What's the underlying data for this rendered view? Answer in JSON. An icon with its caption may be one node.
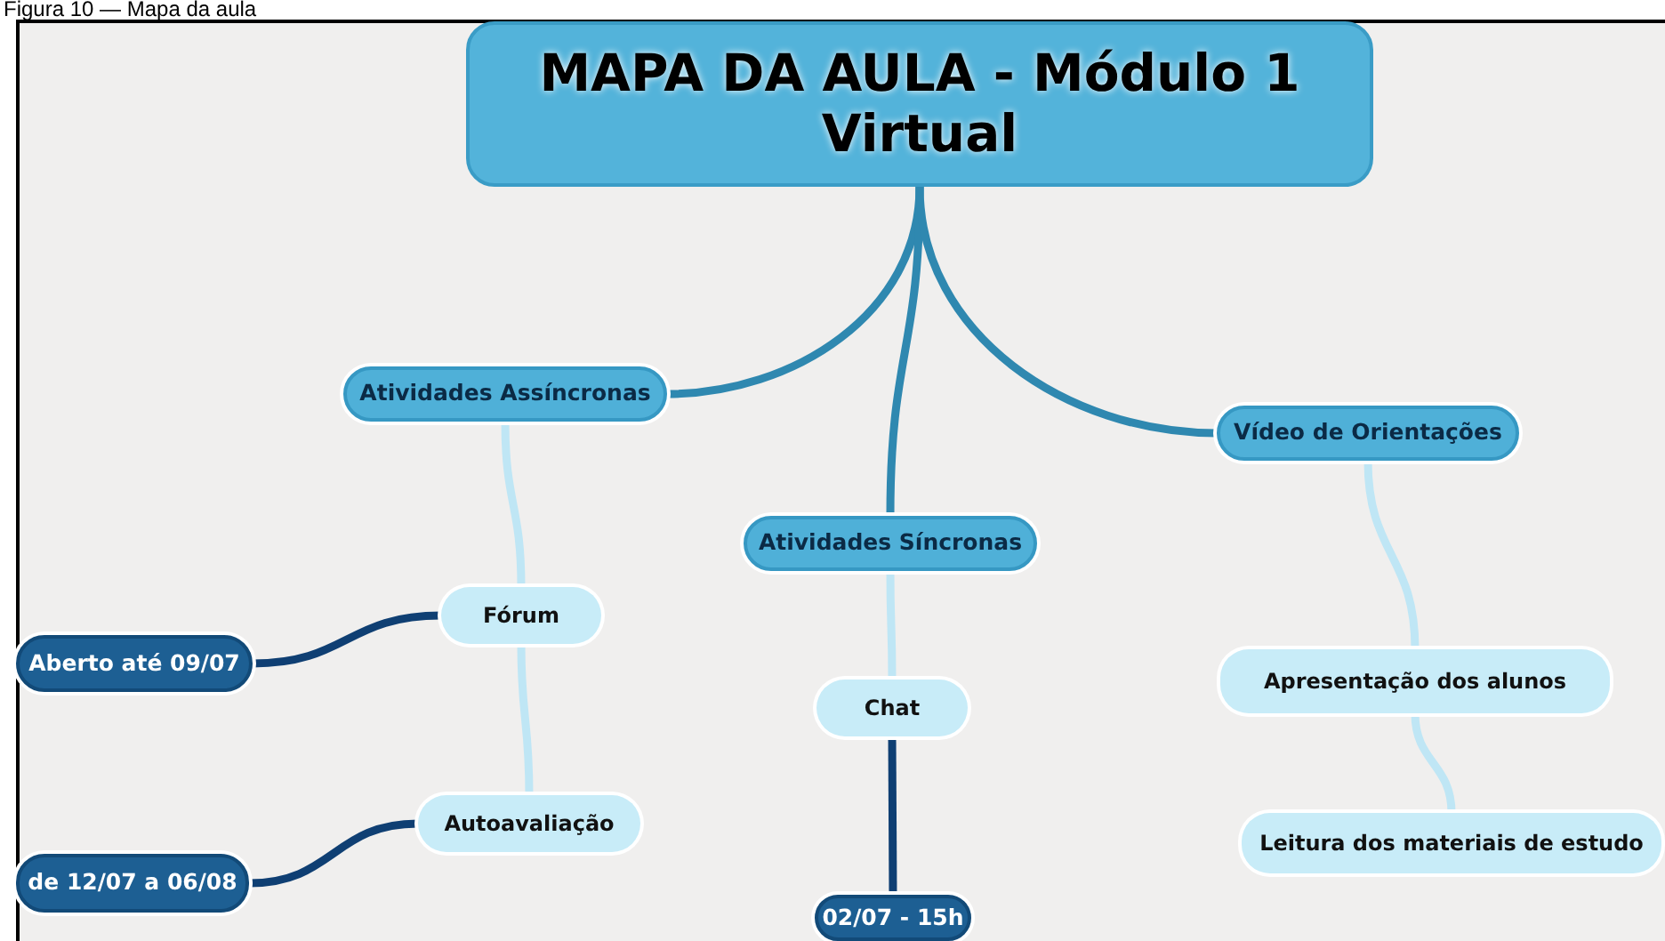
{
  "diagram": {
    "title": "Figura 10 — Mapa da aula",
    "nodes": [
      {
        "text": [
          "MAPA DA AULA - Módulo 1 Virtual"
        ]
      },
      {
        "text": [
          "Atividades Assíncronas"
        ]
      },
      {
        "text": [
          "Vídeo de Orientações"
        ]
      },
      {
        "text": [
          "Atividades Síncronas"
        ]
      },
      {
        "text": [
          "Fórum"
        ]
      },
      {
        "text": [
          "Aberto até 09/07"
        ]
      },
      {
        "text": [
          "Autoavaliação"
        ]
      },
      {
        "text": [
          "de 12/07 a 06/08"
        ]
      },
      {
        "text": [
          "Chat"
        ]
      },
      {
        "text": [
          "02/07 - 15h"
        ]
      },
      {
        "text": [
          "Apresentação dos alunos"
        ]
      },
      {
        "text": [
          "Leitura dos materiais de estudo"
        ]
      }
    ],
    "edges": [
      {
        "from": 0,
        "to": 1,
        "arrow": "none",
        "color": "#2f88b0"
      },
      {
        "from": 0,
        "to": 3,
        "arrow": "none",
        "color": "#2f88b0"
      },
      {
        "from": 0,
        "to": 2,
        "arrow": "none",
        "color": "#2f88b0"
      },
      {
        "from": 1,
        "to": 4,
        "arrow": "none"
      },
      {
        "from": 4,
        "to": 6,
        "arrow": "none"
      },
      {
        "from": 4,
        "to": 5,
        "arrow": "none",
        "color": "#0f3f73"
      },
      {
        "from": 6,
        "to": 7,
        "arrow": "none",
        "color": "#0f3f73"
      },
      {
        "from": 3,
        "to": 8,
        "arrow": "none"
      },
      {
        "from": 8,
        "to": 9,
        "arrow": "none",
        "color": "#0f3f73"
      },
      {
        "from": 2,
        "to": 10,
        "arrow": "none"
      },
      {
        "from": 10,
        "to": 11,
        "arrow": "none"
      }
    ]
  }
}
